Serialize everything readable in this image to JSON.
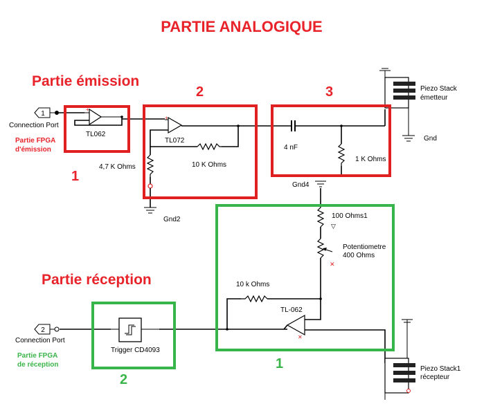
{
  "title": "PARTIE ANALOGIQUE",
  "sections": {
    "emission": "Partie émission",
    "reception": "Partie réception"
  },
  "ports": {
    "emission": {
      "number": "1",
      "label": "Connection Port",
      "desc_line1": "Partie FPGA",
      "desc_line2": "d'émission"
    },
    "reception": {
      "number": "2",
      "label": "Connection Port",
      "desc_line1": "Partie FPGA",
      "desc_line2": "de réception"
    }
  },
  "block_numbers": {
    "emission": [
      "1",
      "2",
      "3"
    ],
    "reception": [
      "1",
      "2"
    ]
  },
  "components": {
    "opamp1": "TL062",
    "opamp2": "TL072",
    "r_47k": "4,7 K Ohms",
    "r_10k_top": "10 K Ohms",
    "cap": "4 nF",
    "r_1k": "1 K Ohms",
    "piezo_tx_line1": "Piezo Stack",
    "piezo_tx_line2": "émetteur",
    "gnd": "Gnd",
    "gnd2": "Gnd2",
    "gnd4": "Gnd4",
    "r_100": "100 Ohms1",
    "pot_line1": "Potentiometre",
    "pot_line2": "400 Ohms",
    "r_10k_bottom": "10 k Ohms",
    "opamp3": "TL-062",
    "trigger": "Trigger CD4093",
    "piezo_rx_line1": "Piezo Stack1",
    "piezo_rx_line2": "récepteur"
  },
  "colors": {
    "emission": "#e8232a",
    "reception": "#3ab54a"
  }
}
